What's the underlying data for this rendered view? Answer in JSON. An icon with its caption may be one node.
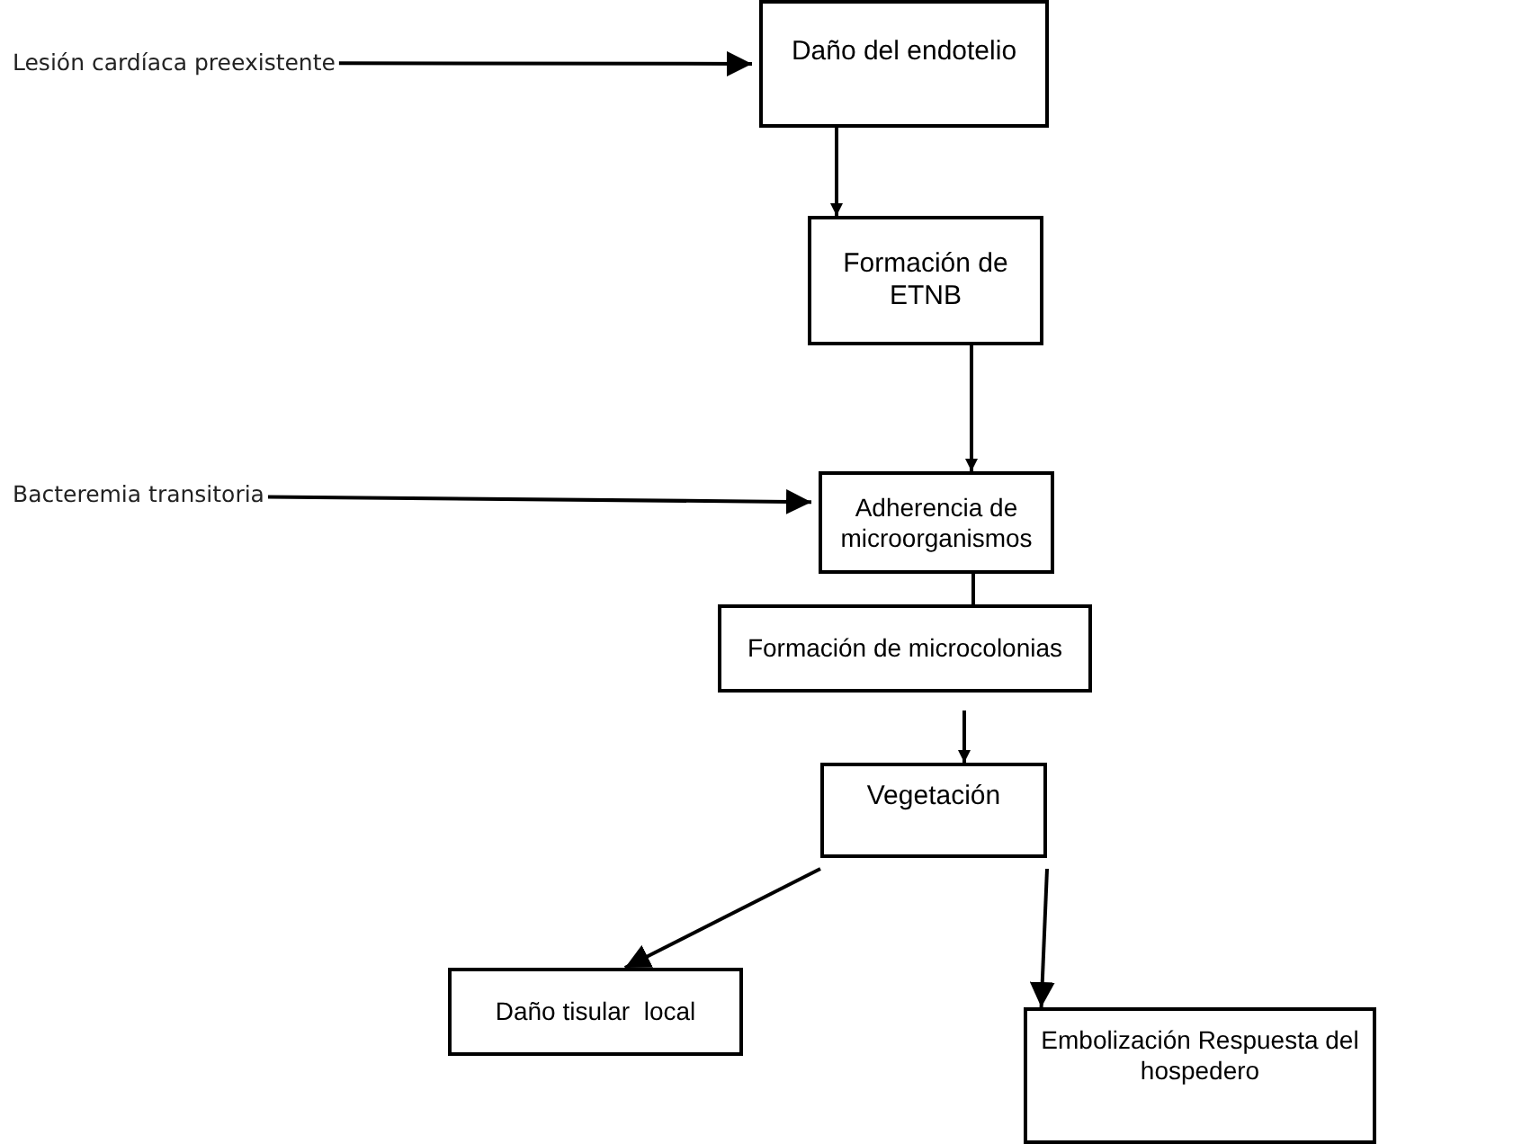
{
  "diagram": {
    "nodes": [
      {
        "text": [
          "Daño del endotelio"
        ]
      },
      {
        "text": [
          "Formación de ETNB"
        ]
      },
      {
        "text": [
          "Adherencia de microorganismos"
        ]
      },
      {
        "text": [
          "Formación de microcolonias"
        ]
      },
      {
        "text": [
          "Vegetación"
        ]
      },
      {
        "text": [
          "Daño tisular  local"
        ]
      },
      {
        "text": [
          "Embolización Respuesta del hospedero"
        ]
      },
      {
        "text": [
          "Lesión cardíaca preexistente"
        ]
      },
      {
        "text": [
          "Bacteremia transitoria"
        ]
      }
    ],
    "edges": [
      {
        "from": 7,
        "to": 0,
        "arrow": "to"
      },
      {
        "from": 0,
        "to": 1,
        "arrow": "to"
      },
      {
        "from": 1,
        "to": 2,
        "arrow": "to"
      },
      {
        "from": 8,
        "to": 2,
        "arrow": "to"
      },
      {
        "from": 2,
        "to": 3,
        "arrow": "none"
      },
      {
        "from": 3,
        "to": 4,
        "arrow": "to"
      },
      {
        "from": 4,
        "to": 5,
        "arrow": "to"
      },
      {
        "from": 4,
        "to": 6,
        "arrow": "to"
      }
    ]
  }
}
